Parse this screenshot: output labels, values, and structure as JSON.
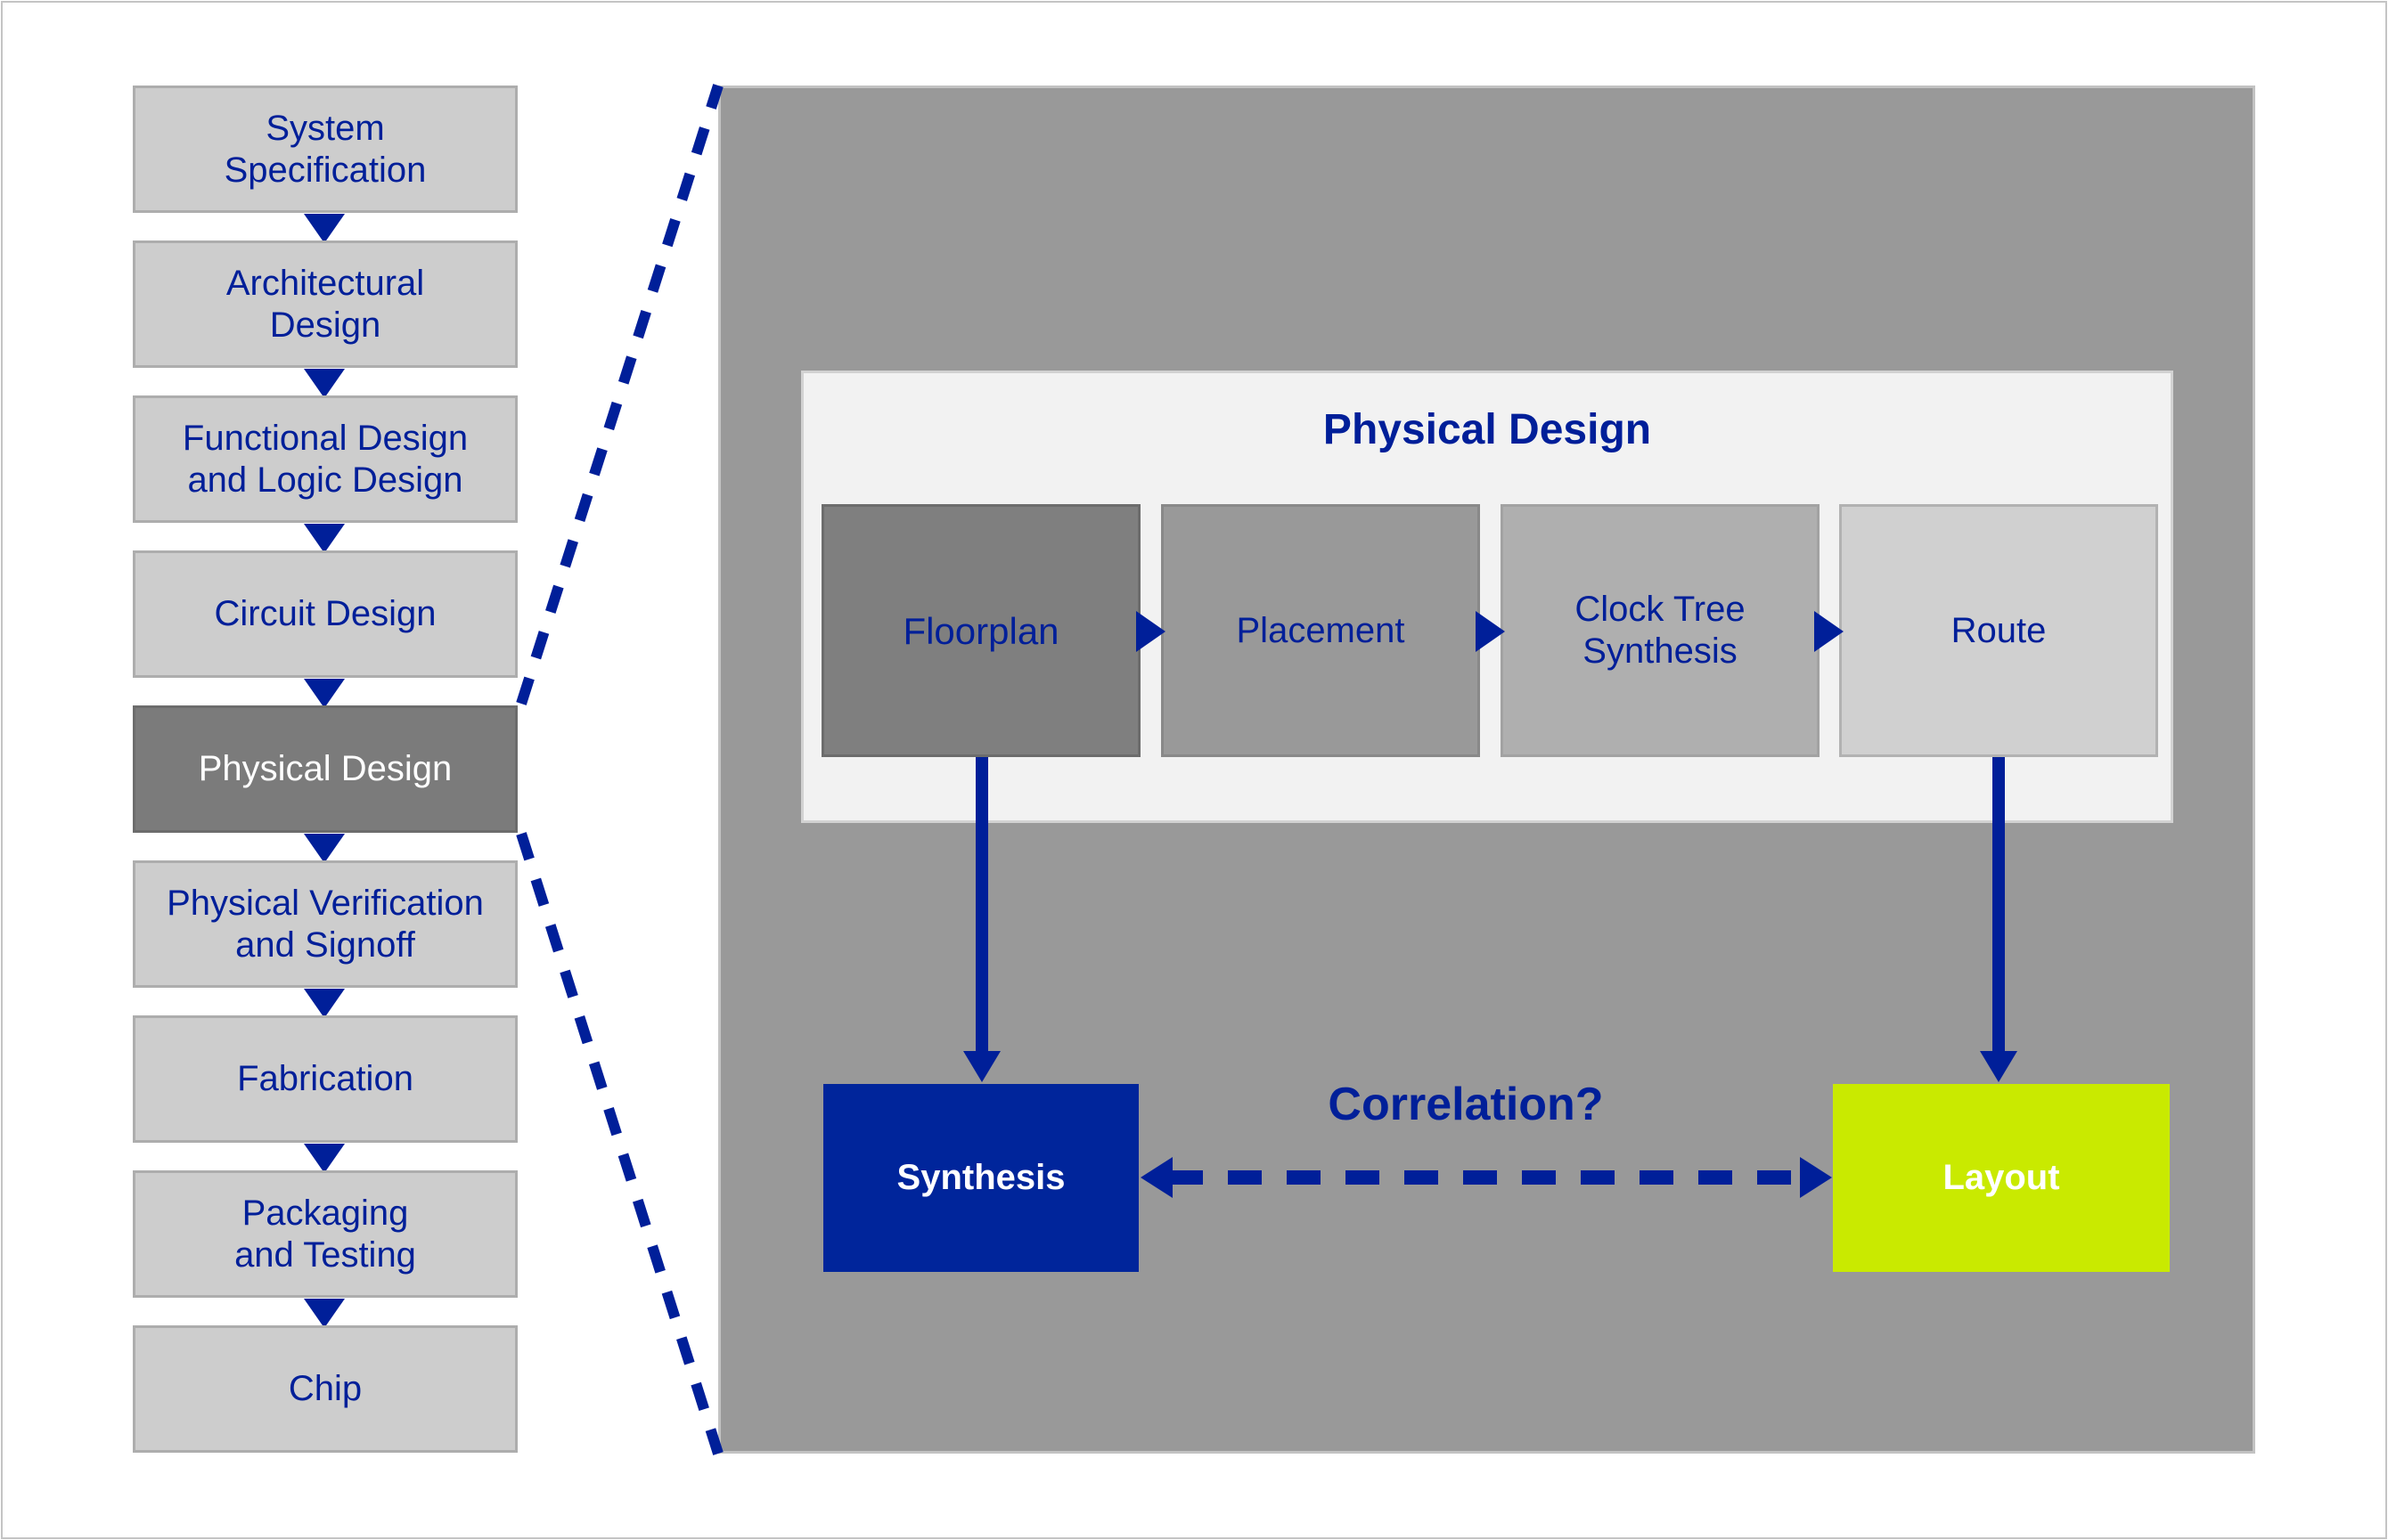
{
  "flow": {
    "steps": [
      {
        "label": "System\nSpecification",
        "active": false
      },
      {
        "label": "Architectural\nDesign",
        "active": false
      },
      {
        "label": "Functional Design\nand Logic Design",
        "active": false
      },
      {
        "label": "Circuit Design",
        "active": false
      },
      {
        "label": "Physical Design",
        "active": true
      },
      {
        "label": "Physical Verification\nand Signoff",
        "active": false
      },
      {
        "label": "Fabrication",
        "active": false
      },
      {
        "label": "Packaging\nand Testing",
        "active": false
      },
      {
        "label": "Chip",
        "active": false
      }
    ]
  },
  "detail": {
    "title": "Physical Design",
    "stages": [
      "Floorplan",
      "Placement",
      "Clock Tree\nSynthesis",
      "Route"
    ],
    "synthesis_label": "Synthesis",
    "layout_label": "Layout",
    "correlation_label": "Correlation?"
  },
  "colors": {
    "accent_blue": "#001f99",
    "synthesis_blue": "#00259b",
    "layout_green": "#c9ea00",
    "panel_gray": "#999999"
  }
}
